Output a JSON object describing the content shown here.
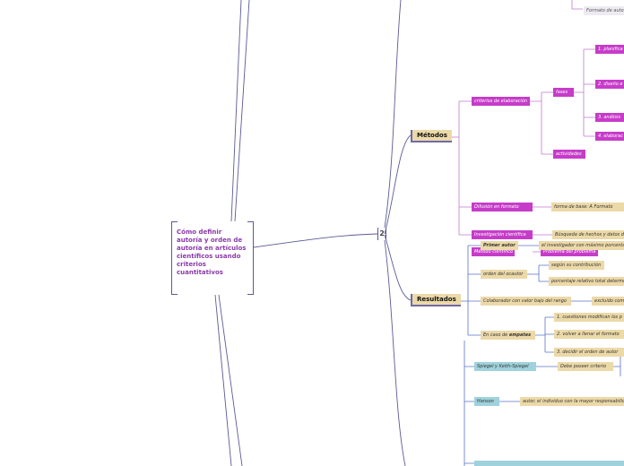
{
  "root": {
    "title": "Cómo definir autoría y orden de autoría en artículos científicos usando criterios cuantitativos"
  },
  "hub": {
    "label": "2"
  },
  "top": {
    "formato": "Formato de auto"
  },
  "metodos": {
    "title": "Métodos",
    "criterios": "criterios de elaboración",
    "fases": "fases",
    "fase_items": [
      "1. planifica",
      "2. diseño e",
      "3. análisis",
      "4. elaborac"
    ],
    "actividades": "actividades",
    "difusion": "Difusión en formato",
    "formato_base": "forma de base: A Formato",
    "investigacion": "Investigación científica",
    "busqueda": "Búsqueda de hechos y datos d",
    "metodo": "Método científico",
    "problema": "Problema del problema"
  },
  "resultados": {
    "title": "Resultados",
    "primer_autor": "Primer autor",
    "primer_autor_desc": "el investigador con máximo porcenta",
    "orden": "orden del ocautor",
    "orden_items": [
      "según su contribución",
      "porcentaje relativo total determi"
    ],
    "colaborador": "Colaborador con valor bajo del rango",
    "colaborador_desc": "excluido como",
    "empate_prefix": "En caso de ",
    "empate_bold": "empates",
    "empate_items": [
      "1. cuestiones modifican los p",
      "2. volver a llenar el formato",
      "3. decidir el orden de autor"
    ]
  },
  "bottom": {
    "spiegel": "Spiegel y Keith-Spiegel",
    "spiegel_desc": "Debe poseer criterio",
    "hanson": "Hanson",
    "hanson_desc": "autor, el individuo con la mayor responsabilid"
  },
  "colors": {
    "magenta": "#c63cc9",
    "beige": "#ecd9a8",
    "cyan": "#9fd2dc",
    "line_dark": "#5c5a96",
    "line_purple": "#c279d0",
    "line_blue": "#5b73c8"
  }
}
